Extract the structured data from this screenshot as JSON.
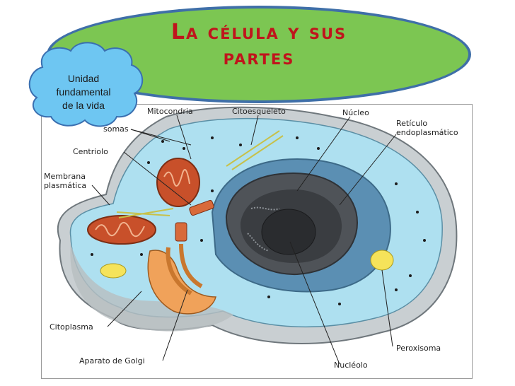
{
  "title": {
    "line1": "La célula y sus",
    "line2": "partes"
  },
  "callout": {
    "line1": "Unidad",
    "line2": "fundamental",
    "line3": "de la vida"
  },
  "labels": {
    "mitocondria": "Mitocondria",
    "citoesqueleto": "Citoesqueleto",
    "nucleo": "Núcleo",
    "reticulo1": "Retículo",
    "reticulo2": "endoplasmático",
    "ribosomas": "somas",
    "centriolo": "Centriolo",
    "membrana1": "Membrana",
    "membrana2": "plasmática",
    "citoplasma": "Citoplasma",
    "golgi": "Aparato de Golgi",
    "peroxisoma": "Peroxisoma",
    "nucleolo": "Nucléolo"
  },
  "colors": {
    "oval_fill": "#7cc652",
    "oval_border": "#3f6fa8",
    "title_text": "#c0141c",
    "cloud_fill": "#6ec6f2",
    "cloud_border": "#3a6fb0",
    "cytoplasm": "#aee0f0",
    "membrane": "#9aa0a4",
    "nucleus_outer": "#4f5358",
    "nucleolus": "#2a2c2f",
    "mitochondria": "#c8502a",
    "golgi": "#f0a25a",
    "peroxisome": "#f5e35a"
  }
}
